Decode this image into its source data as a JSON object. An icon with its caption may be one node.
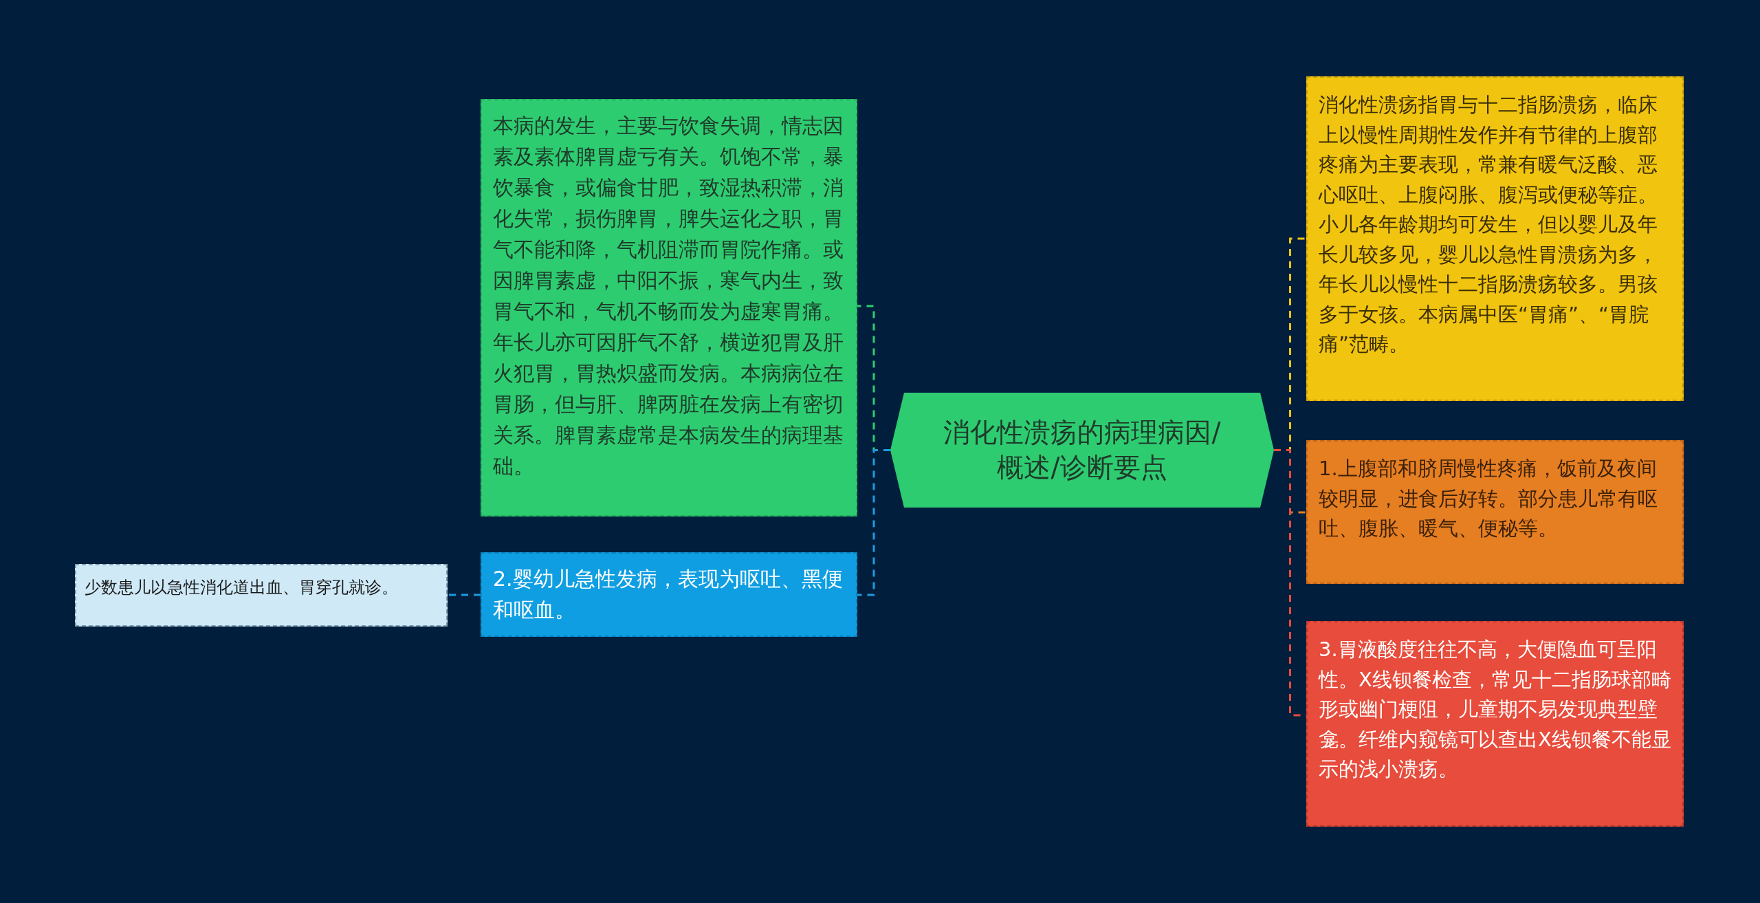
{
  "diagram": {
    "nodes": [
      {
        "text": [
          "消化性溃疡的病理病因/概述/诊断要点"
        ]
      },
      {
        "text": [
          "本病的发生，主要与饮食失调，情志因素及素体脾胃虚亏有关。饥饱不常，暴饮暴食，或偏食甘肥，致湿热积滞，消化失常，损伤脾胃，脾失运化之职，胃气不能和降，气机阻滞而胃院作痛。或因脾胃素虚，中阳不振，寒气内生，致胃气不和，气机不畅而发为虚寒胃痛。年长儿亦可因肝气不舒，横逆犯胃及肝火犯胃，胃热炽盛而发病。本病病位在胃肠，但与肝、脾两脏在发病上有密切关系。脾胃素虚常是本病发生的病理基础。"
        ]
      },
      {
        "text": [
          "2.婴幼儿急性发病，表现为呕吐、黑便和呕血。"
        ]
      },
      {
        "text": [
          "少数患儿以急性消化道出血、胃穿孔就诊。"
        ]
      },
      {
        "text": [
          "消化性溃疡指胃与十二指肠溃疡，临床上以慢性周期性发作并有节律的上腹部疼痛为主要表现，常兼有暖气泛酸、恶心呕吐、上腹闷胀、腹泻或便秘等症。小儿各年龄期均可发生，但以婴儿及年长儿较多见，婴儿以急性胃溃疡为多，年长儿以慢性十二指肠溃疡较多。男孩多于女孩。本病属中医“胃痛”、“胃脘痛”范畴。"
        ]
      },
      {
        "text": [
          "1.上腹部和脐周慢性疼痛，饭前及夜间较明显，进食后好转。部分患儿常有呕吐、腹胀、暖气、便秘等。"
        ]
      },
      {
        "text": [
          "3.胃液酸度往往不高，大便隐血可呈阳性。X线钡餐检查，常见十二指肠球部畸形或幽门梗阻，儿童期不易发现典型壁龛。纤维内窥镜可以查出X线钡餐不能显示的浅小溃疡。"
        ]
      }
    ],
    "edges": [
      {
        "from": 0,
        "to": 1,
        "arrow": "none",
        "color": "#2ecc71"
      },
      {
        "from": 0,
        "to": 2,
        "arrow": "none",
        "color": "#1f9be0"
      },
      {
        "from": 2,
        "to": 3,
        "arrow": "none",
        "color": "#1f9be0"
      },
      {
        "from": 0,
        "to": 4,
        "arrow": "none",
        "color": "#f1c40f"
      },
      {
        "from": 0,
        "to": 5,
        "arrow": "none",
        "color": "#e67e22"
      },
      {
        "from": 0,
        "to": 6,
        "arrow": "none",
        "color": "#e74c3c"
      }
    ]
  }
}
